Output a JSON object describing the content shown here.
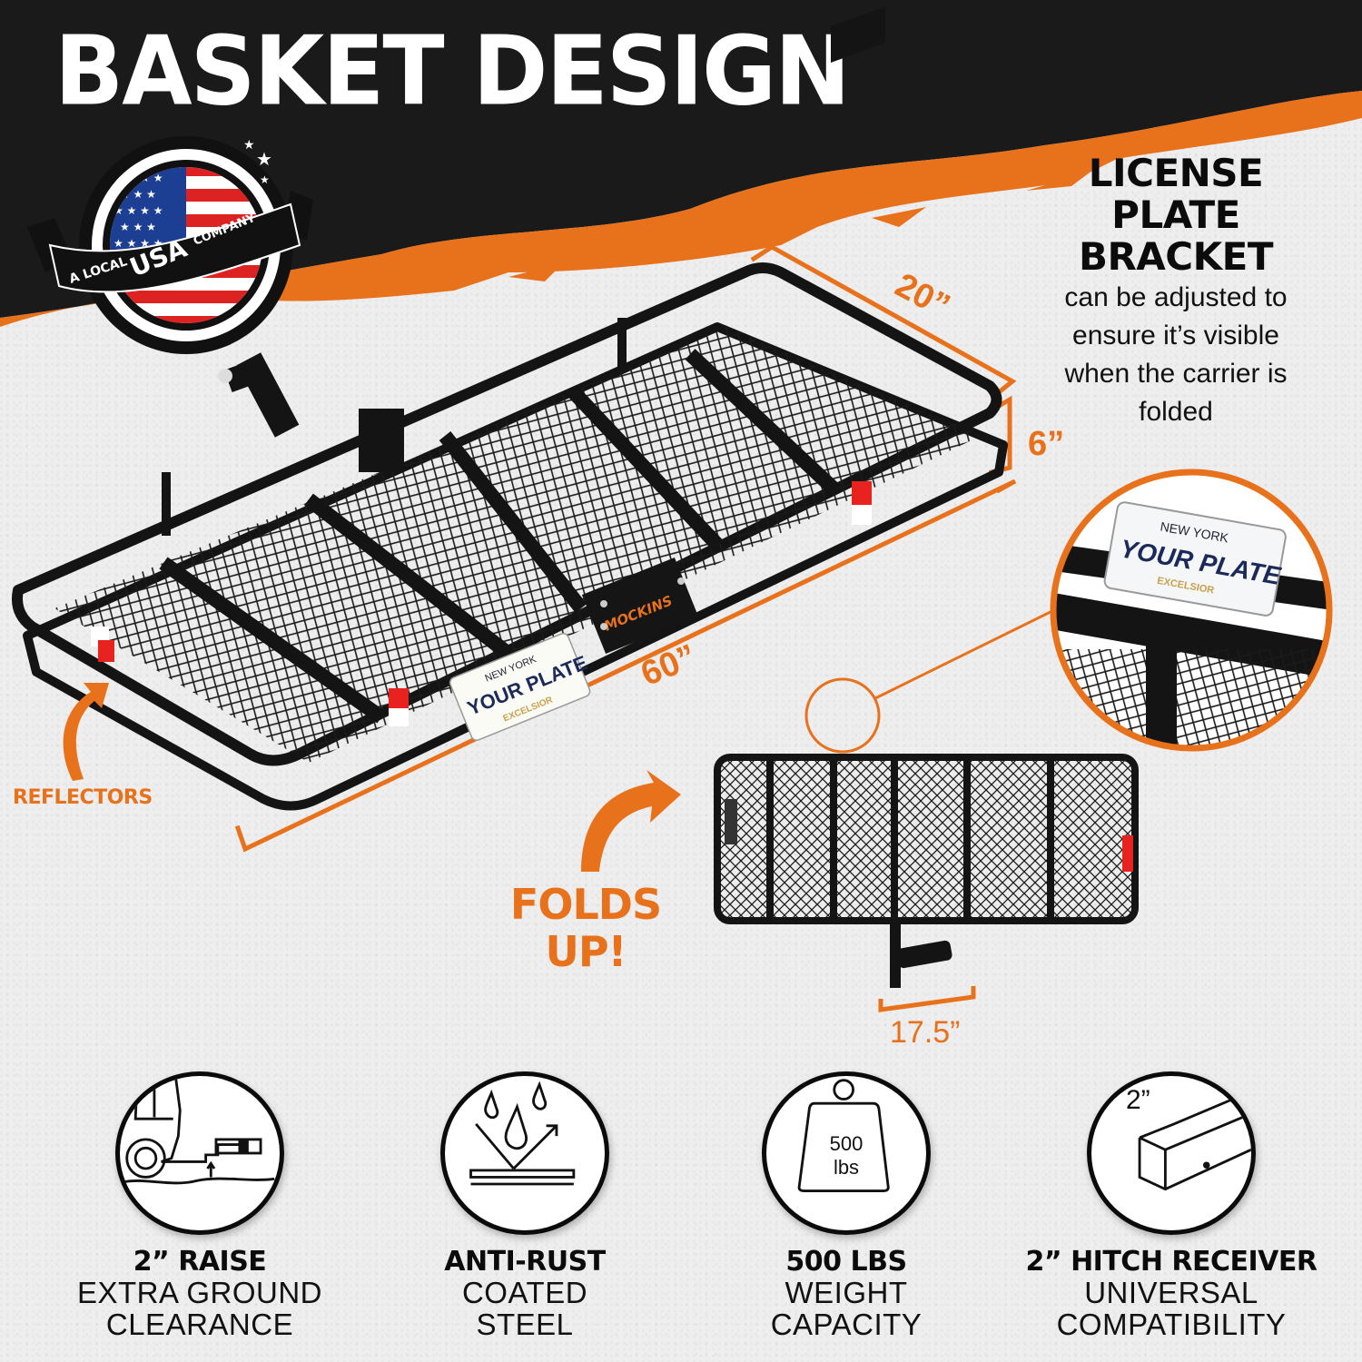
{
  "headline": "BASKET DESIGN",
  "badge": {
    "text_left": "A LOCAL",
    "text_center": "USA",
    "text_right": "COMPANY",
    "icon": "usa-flag-badge-icon"
  },
  "license_plate_callout": {
    "title_lines": [
      "LICENSE",
      "PLATE",
      "BRACKET"
    ],
    "description_lines": [
      "can be adjusted to",
      "ensure it’s visible",
      "when the carrier is",
      "folded"
    ]
  },
  "dimensions": {
    "width": "20”",
    "height": "6”",
    "length": "60”",
    "folded_depth": "17.5”"
  },
  "product": {
    "brand": "MOCKINS",
    "plate": {
      "state": "NEW YORK",
      "text": "YOUR PLATE",
      "slogan": "EXCELSIOR"
    }
  },
  "labels": {
    "reflectors": "REFLECTORS",
    "folds_up_line1": "FOLDS",
    "folds_up_line2": "UP!"
  },
  "features": [
    {
      "icon": "vehicle-raise-icon",
      "title": "2” RAISE",
      "sub1": "EXTRA GROUND",
      "sub2": "CLEARANCE"
    },
    {
      "icon": "water-repel-icon",
      "title": "ANTI-RUST",
      "sub1": "COATED",
      "sub2": "STEEL"
    },
    {
      "icon": "weight-icon",
      "title": "500 LBS",
      "sub1": "WEIGHT",
      "sub2": "CAPACITY",
      "icon_text1": "500",
      "icon_text2": "lbs"
    },
    {
      "icon": "hitch-receiver-icon",
      "title": "2” HITCH RECEIVER",
      "sub1": "UNIVERSAL",
      "sub2": "COMPATIBILITY",
      "icon_text": "2”"
    }
  ],
  "colors": {
    "accent_orange": "#e8711c",
    "dark_band": "#1a1a1a",
    "background": "#eeeeee",
    "reflector_red": "#e8231f"
  }
}
